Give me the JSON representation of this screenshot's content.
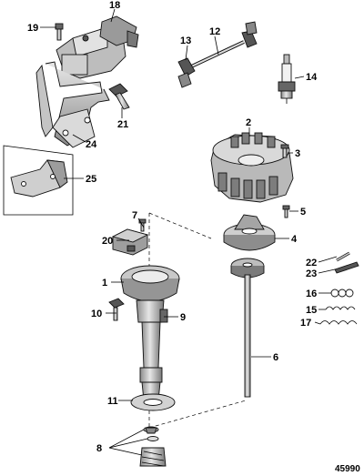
{
  "figure_number": "45990",
  "callouts": [
    {
      "id": "c1",
      "label": "1"
    },
    {
      "id": "c2",
      "label": "2"
    },
    {
      "id": "c3",
      "label": "3"
    },
    {
      "id": "c4",
      "label": "4"
    },
    {
      "id": "c5",
      "label": "5"
    },
    {
      "id": "c6",
      "label": "6"
    },
    {
      "id": "c7",
      "label": "7"
    },
    {
      "id": "c8",
      "label": "8"
    },
    {
      "id": "c9",
      "label": "9"
    },
    {
      "id": "c10",
      "label": "10"
    },
    {
      "id": "c11",
      "label": "11"
    },
    {
      "id": "c12",
      "label": "12"
    },
    {
      "id": "c13",
      "label": "13"
    },
    {
      "id": "c14",
      "label": "14"
    },
    {
      "id": "c15",
      "label": "15"
    },
    {
      "id": "c16",
      "label": "16"
    },
    {
      "id": "c17",
      "label": "17"
    },
    {
      "id": "c18",
      "label": "18"
    },
    {
      "id": "c19",
      "label": "19"
    },
    {
      "id": "c20",
      "label": "20"
    },
    {
      "id": "c21",
      "label": "21"
    },
    {
      "id": "c22",
      "label": "22"
    },
    {
      "id": "c23",
      "label": "23"
    },
    {
      "id": "c24",
      "label": "24"
    },
    {
      "id": "c25",
      "label": "25"
    }
  ],
  "colors": {
    "line": "#000000",
    "part_fill": "#d8d8d8",
    "part_dark": "#8a8a8a",
    "background": "#ffffff"
  }
}
